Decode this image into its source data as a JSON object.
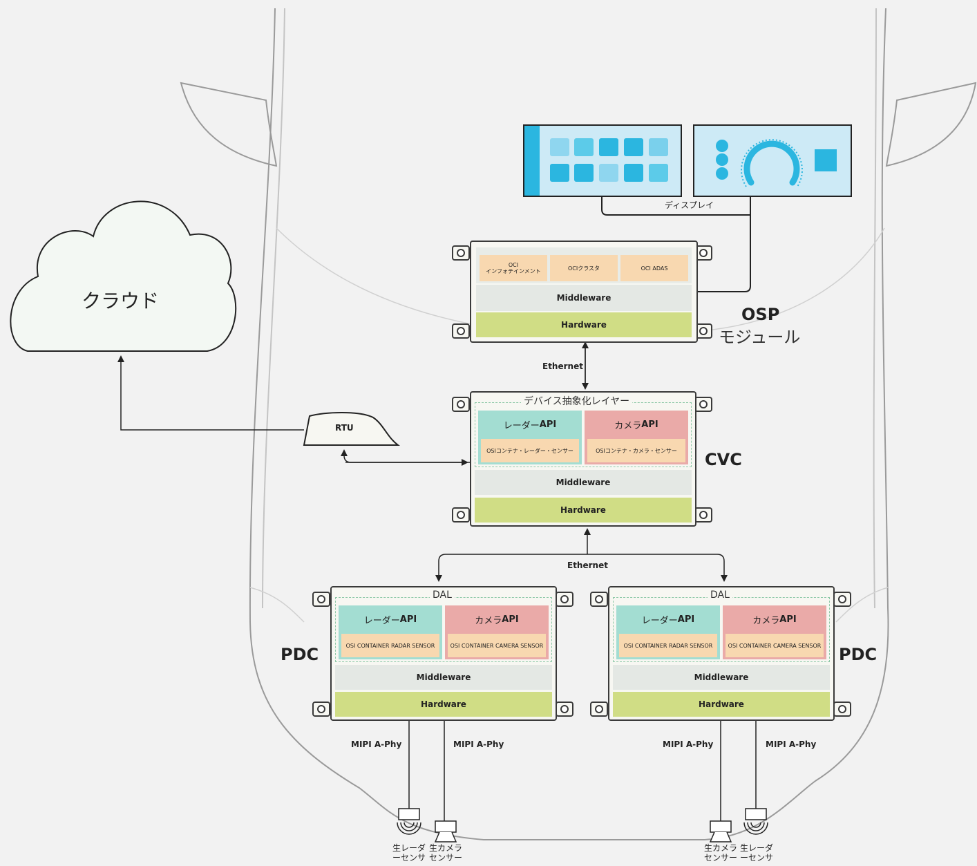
{
  "cloud": {
    "label": "クラウド"
  },
  "rtu": {
    "label": "RTU"
  },
  "display": {
    "label": "ディスプレイ"
  },
  "osp": {
    "title": "OSP",
    "subtitle": "モジュール",
    "containers": [
      "OCI\nインフォテインメント",
      "OCIクラスタ",
      "OCI ADAS"
    ],
    "middleware": "Middleware",
    "hardware": "Hardware"
  },
  "ethernet_top": "Ethernet",
  "ethernet_bottom": "Ethernet",
  "cvc": {
    "title": "CVC",
    "dal": "デバイス抽象化レイヤー",
    "radar_api_prefix": "レーダー",
    "camera_api_prefix": "カメラ",
    "api_suffix": "API",
    "radar_container": "OSIコンテナ・レーダー・センサー",
    "camera_container": "OSIコンテナ・カメラ・センサー",
    "middleware": "Middleware",
    "hardware": "Hardware"
  },
  "pdc_left": {
    "title": "PDC",
    "dal": "DAL",
    "radar_api_prefix": "レーダー",
    "camera_api_prefix": "カメラ",
    "api_suffix": "API",
    "radar_container": "OSI CONTAINER RADAR SENSOR",
    "camera_container": "OSI CONTAINER CAMERA SENSOR",
    "middleware": "Middleware",
    "hardware": "Hardware",
    "link_radar": "MIPI A-Phy",
    "link_camera": "MIPI A-Phy",
    "sensor_radar": "生レーダーセンサ",
    "sensor_camera": "生カメラセンサー"
  },
  "pdc_right": {
    "title": "PDC",
    "dal": "DAL",
    "radar_api_prefix": "レーダー",
    "camera_api_prefix": "カメラ",
    "api_suffix": "API",
    "radar_container": "OSI CONTAINER RADAR SENSOR",
    "camera_container": "OSI CONTAINER CAMERA SENSOR",
    "middleware": "Middleware",
    "hardware": "Hardware",
    "link_camera": "MIPI A-Phy",
    "link_radar": "MIPI A-Phy",
    "sensor_camera": "生カメラセンサー",
    "sensor_radar": "生レーダーセンサ"
  },
  "colors": {
    "background": "#f2f2f2",
    "middleware": "#e4e8e4",
    "hardware": "#d0dd85",
    "container": "#f8d8b0",
    "radar_api": "#a3ddd2",
    "camera_api": "#eaaaa8",
    "display_bg": "#cdeaf6",
    "display_accent": "#2bb6e0",
    "cloud_fill": "#f3f8f3"
  }
}
